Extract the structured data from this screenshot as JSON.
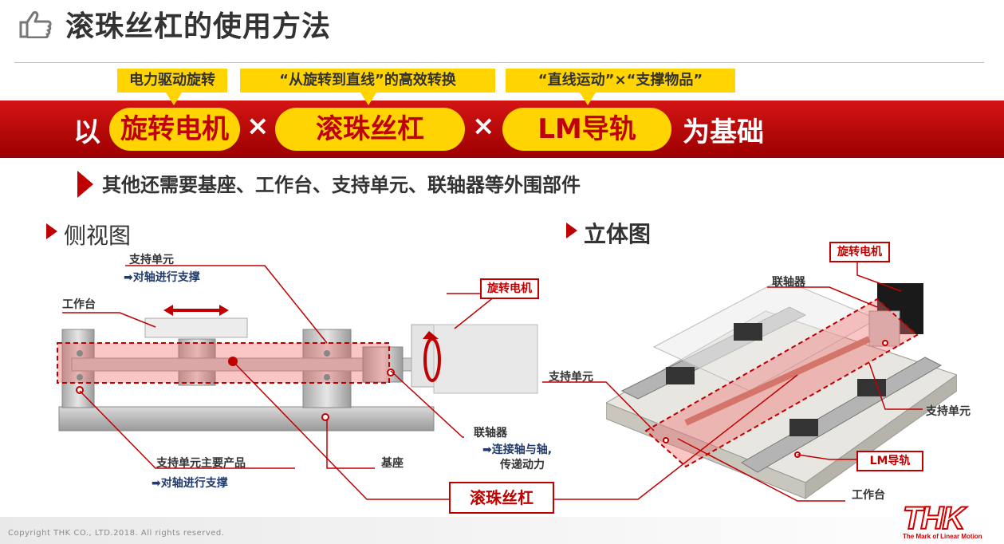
{
  "header": {
    "title": "滚珠丝杠的使用方法",
    "icon": "thumbs-up-icon"
  },
  "tags": {
    "motor_tag": "电力驱动旋转",
    "screw_tag": "“从旋转到直线”的高效转换",
    "guide_tag": "“直线运动”×“支撑物品”"
  },
  "band": {
    "prefix": "以",
    "motor": "旋转电机",
    "times1": "×",
    "screw": "滚珠丝杠",
    "times2": "×",
    "guide": "LM导轨",
    "suffix": "为基础"
  },
  "note": "其他还需要基座、工作台、支持单元、联轴器等外围部件",
  "side_view": {
    "heading": "侧视图",
    "support_unit": "支持单元",
    "support_unit_desc": "➡对轴进行支撑",
    "table": "工作台",
    "motor": "旋转电机",
    "coupling": "联轴器",
    "coupling_desc_1": "➡连接轴与轴,",
    "coupling_desc_2": "传递动力",
    "base": "基座",
    "support_products": "支持单元主要产品",
    "support_products_desc": "➡对轴进行支撑"
  },
  "iso_view": {
    "heading": "立体图",
    "motor": "旋转电机",
    "coupling": "联轴器",
    "support_unit_left": "支持单元",
    "support_unit_right": "支持单元",
    "lm_guide": "LM导轨",
    "table": "工作台"
  },
  "ball_screw_label": "滚珠丝杠",
  "footer": {
    "copyright": "Copyright THK CO., LTD.2018. All rights reserved.",
    "logo": "THK",
    "logo_tagline": "The Mark of Linear Motion"
  },
  "colors": {
    "accent_red": "#c00000",
    "highlight_yellow": "#ffd400"
  }
}
